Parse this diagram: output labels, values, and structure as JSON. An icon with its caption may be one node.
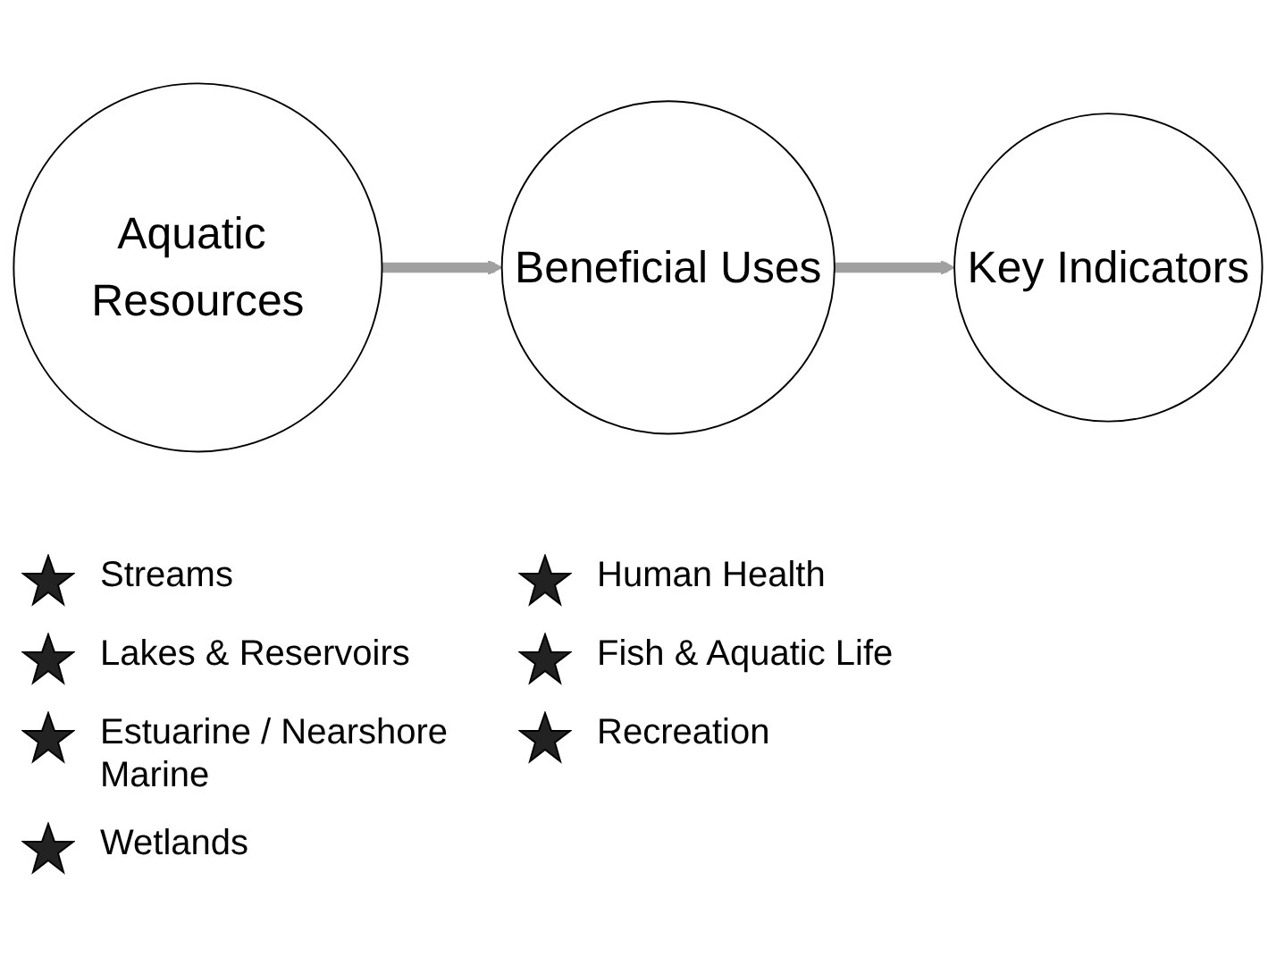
{
  "diagram": {
    "nodes": [
      {
        "text": [
          "Aquatic Resources"
        ]
      },
      {
        "text": [
          "Beneficial Uses"
        ]
      },
      {
        "text": [
          "Key Indicators"
        ]
      }
    ],
    "edges": [
      {
        "from": 0,
        "to": 1,
        "arrow": "to"
      },
      {
        "from": 1,
        "to": 2,
        "arrow": "to"
      }
    ],
    "labels": [
      "Streams",
      "Lakes & Reservoirs",
      "Estuarine / Nearshore Marine",
      "Wetlands",
      "Human Health",
      "Fish & Aquatic Life",
      "Recreation"
    ]
  }
}
